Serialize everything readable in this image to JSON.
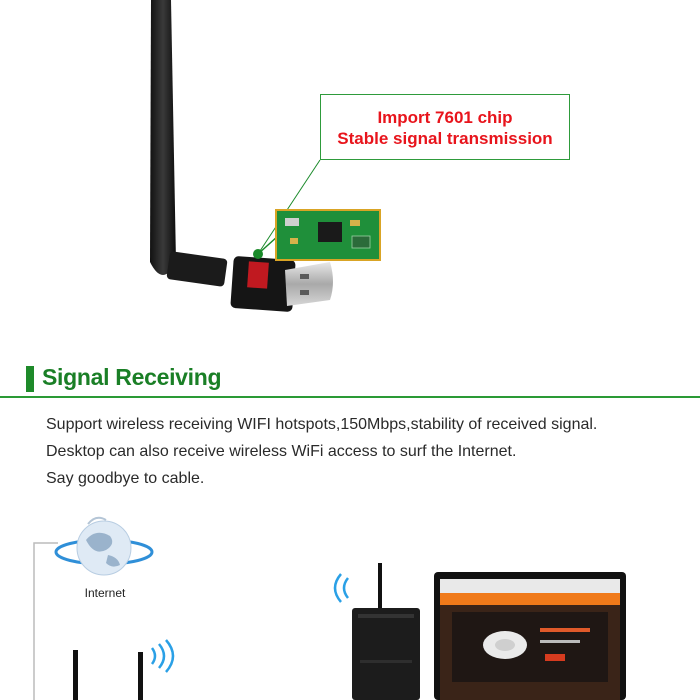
{
  "callout": {
    "line1": "Import 7601 chip",
    "line2": "Stable signal transmission"
  },
  "section": {
    "title": "Signal Receiving",
    "lines": [
      "Support wireless receiving WIFI hotspots,150Mbps,stability of received signal.",
      "Desktop can also receive wireless WiFi access to surf the Internet.",
      "Say goodbye to cable."
    ]
  },
  "diagram": {
    "internet_label": "Internet"
  },
  "colors": {
    "accent_green": "#1e8a2a",
    "callout_red": "#e8141c"
  }
}
